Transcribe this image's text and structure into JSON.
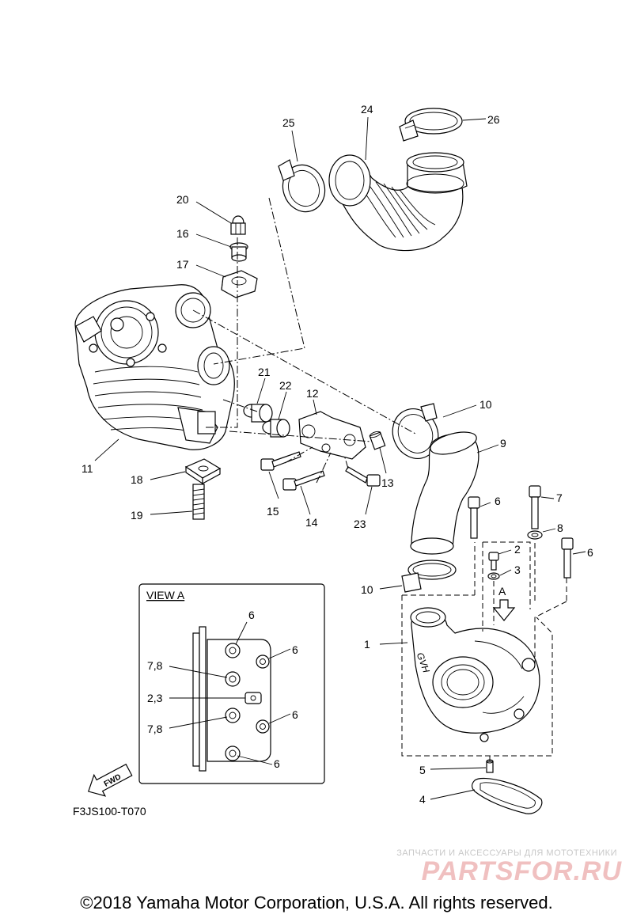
{
  "callouts": {
    "c1": "1",
    "c2": "2",
    "c3": "3",
    "c4": "4",
    "c5": "5",
    "c6a": "6",
    "c6b": "6",
    "c7": "7",
    "c8": "8",
    "c9": "9",
    "c10a": "10",
    "c10b": "10",
    "c11": "11",
    "c12": "12",
    "c13": "13",
    "c14": "14",
    "c15": "15",
    "c16": "16",
    "c17": "17",
    "c18": "18",
    "c19": "19",
    "c20": "20",
    "c21": "21",
    "c22": "22",
    "c23": "23",
    "c24": "24",
    "c25": "25",
    "c26": "26"
  },
  "view_a": {
    "title": "VIEW A",
    "labels": {
      "l6_top": "6",
      "l6_right1": "6",
      "l78_top": "7,8",
      "l23": "2,3",
      "l6_right2": "6",
      "l78_bottom": "7,8",
      "l6_bottom": "6"
    }
  },
  "view_arrow_label": "A",
  "fwd_label": "FWD",
  "drawing_code": "F3JS100-T070",
  "watermark": {
    "line1": "ЗАПЧАСТИ И АКСЕССУАРЫ ДЛЯ МОТОТЕХНИКИ",
    "line2": "PARTSFOR.RU"
  },
  "copyright": "©2018 Yamaha Motor Corporation, U.S.A. All rights reserved."
}
